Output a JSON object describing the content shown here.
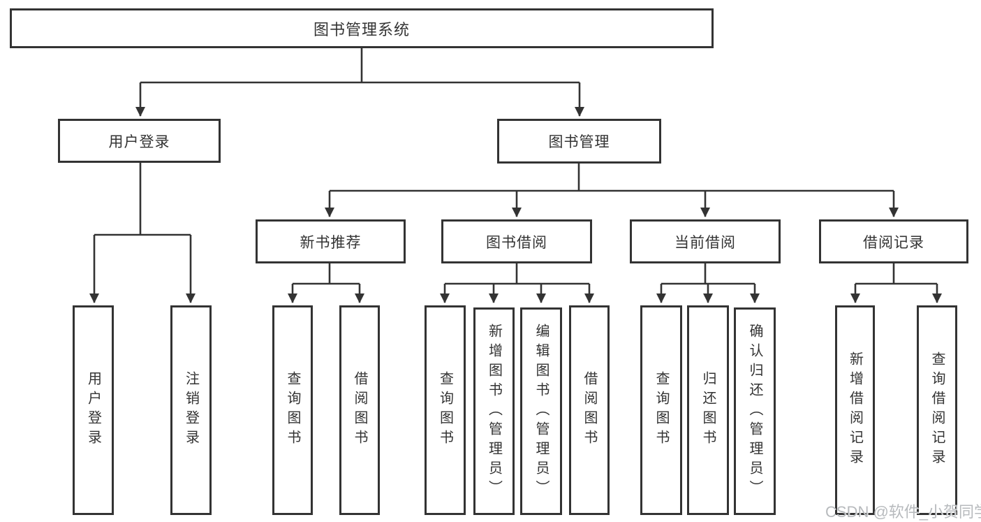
{
  "watermark": "CSDN @软件_小贺同学",
  "colors": {
    "line": "#333333",
    "box_border": "#333333",
    "box_background": "#ffffff",
    "text": "#333333",
    "watermark": "#b7babd",
    "background": "#ffffff"
  },
  "tree": {
    "label": "图书管理系统",
    "children": [
      {
        "label": "用户登录",
        "children": [
          {
            "label": "用户登录"
          },
          {
            "label": "注销登录"
          }
        ]
      },
      {
        "label": "图书管理",
        "children": [
          {
            "label": "新书推荐",
            "children": [
              {
                "label": "查询图书"
              },
              {
                "label": "借阅图书"
              }
            ]
          },
          {
            "label": "图书借阅",
            "children": [
              {
                "label": "查询图书"
              },
              {
                "label": "新增图书（管理员）"
              },
              {
                "label": "编辑图书（管理员）"
              },
              {
                "label": "借阅图书"
              }
            ]
          },
          {
            "label": "当前借阅",
            "children": [
              {
                "label": "查询图书"
              },
              {
                "label": "归还图书"
              },
              {
                "label": "确认归还（管理员）"
              }
            ]
          },
          {
            "label": "借阅记录",
            "children": [
              {
                "label": "新增借阅记录"
              },
              {
                "label": "查询借阅记录"
              }
            ]
          }
        ]
      }
    ]
  }
}
